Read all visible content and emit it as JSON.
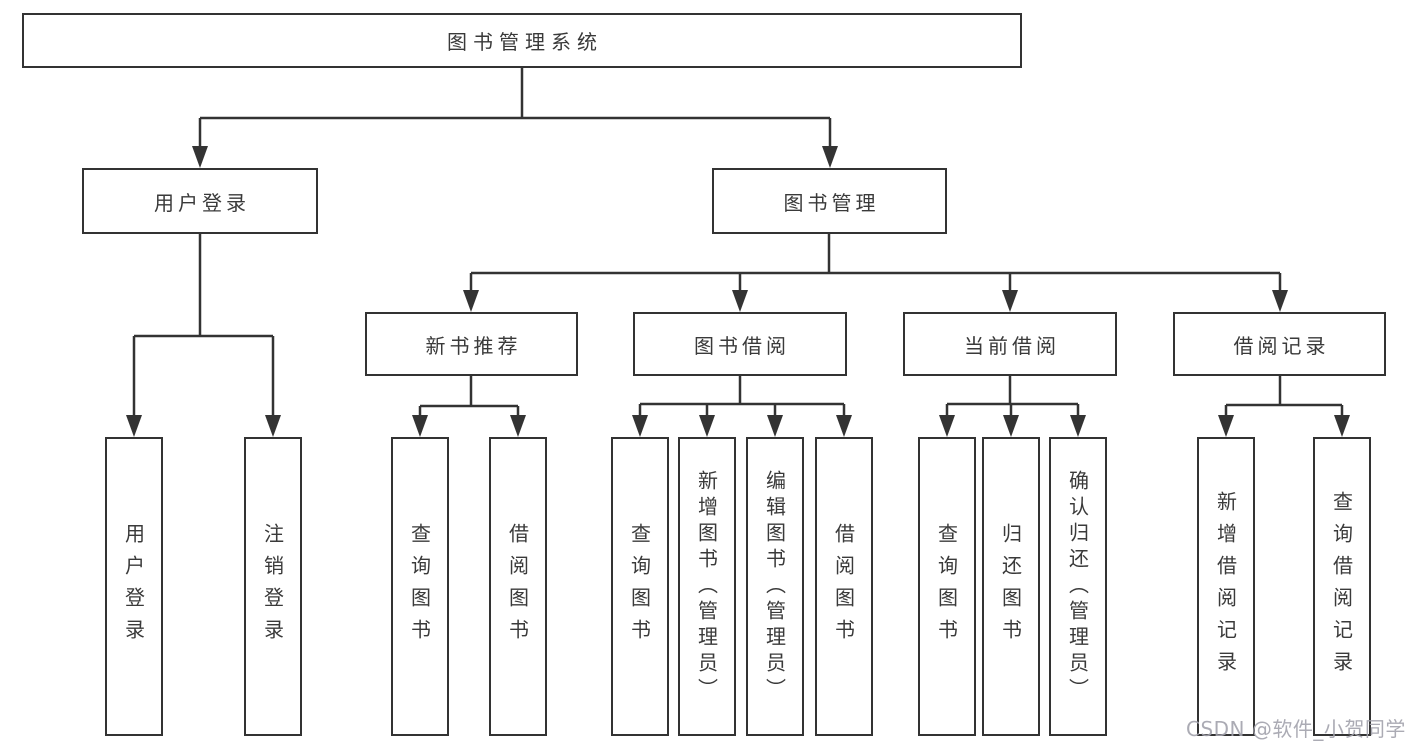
{
  "diagram_title": "图书管理系统",
  "watermark": "CSDN @软件_小贺同学",
  "colors": {
    "line": "#333333",
    "box_border": "#333333",
    "box_fill": "#ffffff",
    "text": "#3a3a3a",
    "background": "#ffffff",
    "watermark": "#a2a2ac"
  },
  "structure": {
    "root": "图书管理系统",
    "children": [
      {
        "label": "用户登录",
        "children": [
          "用户登录",
          "注销登录"
        ]
      },
      {
        "label": "图书管理",
        "children": [
          {
            "label": "新书推荐",
            "children": [
              "查询图书",
              "借阅图书"
            ]
          },
          {
            "label": "图书借阅",
            "children": [
              "查询图书",
              "新增图书（管理员）",
              "编辑图书（管理员）",
              "借阅图书"
            ]
          },
          {
            "label": "当前借阅",
            "children": [
              "查询图书",
              "归还图书",
              "确认归还（管理员）"
            ]
          },
          {
            "label": "借阅记录",
            "children": [
              "新增借阅记录",
              "查询借阅记录"
            ]
          }
        ]
      }
    ]
  }
}
